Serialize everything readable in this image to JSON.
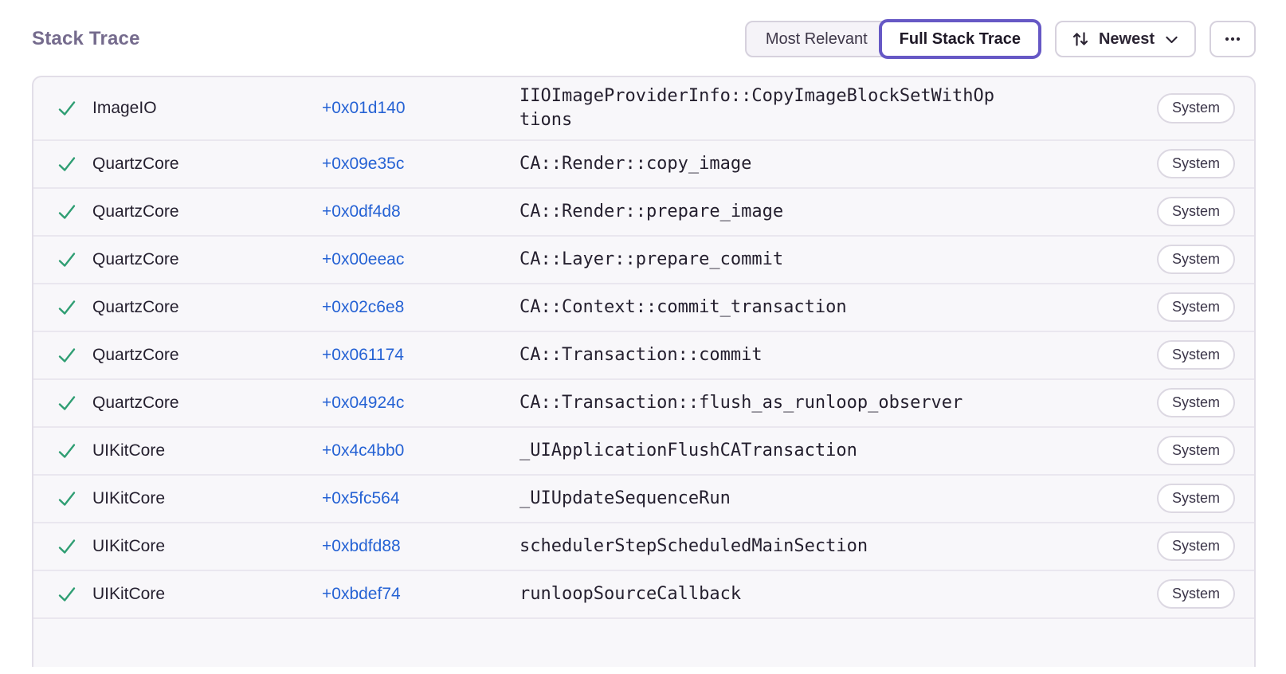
{
  "page": {
    "title": "Stack Trace"
  },
  "controls": {
    "view_toggle": [
      {
        "label": "Most Relevant",
        "active": false
      },
      {
        "label": "Full Stack Trace",
        "active": true
      }
    ],
    "sort": {
      "label": "Newest",
      "icon": "sort-arrows-icon",
      "chevron": "chevron-down-icon"
    },
    "more": {
      "icon": "ellipsis-icon"
    }
  },
  "colors": {
    "accent_purple": "#6658c5",
    "link_blue": "#2562d4",
    "check_green": "#2f9e73",
    "title_text": "#756b8d",
    "text_dark": "#2b2433",
    "row_bg": "#f8f7fa",
    "panel_border": "#e2dee8",
    "divider": "#eae7ef"
  },
  "stack_trace": {
    "frames": [
      {
        "module": "ImageIO",
        "address": "+0x01d140",
        "function": "IIOImageProviderInfo::CopyImageBlockSetWithOptions",
        "badge": "System",
        "status_icon": "check-icon"
      },
      {
        "module": "QuartzCore",
        "address": "+0x09e35c",
        "function": "CA::Render::copy_image",
        "badge": "System",
        "status_icon": "check-icon"
      },
      {
        "module": "QuartzCore",
        "address": "+0x0df4d8",
        "function": "CA::Render::prepare_image",
        "badge": "System",
        "status_icon": "check-icon"
      },
      {
        "module": "QuartzCore",
        "address": "+0x00eeac",
        "function": "CA::Layer::prepare_commit",
        "badge": "System",
        "status_icon": "check-icon"
      },
      {
        "module": "QuartzCore",
        "address": "+0x02c6e8",
        "function": "CA::Context::commit_transaction",
        "badge": "System",
        "status_icon": "check-icon"
      },
      {
        "module": "QuartzCore",
        "address": "+0x061174",
        "function": "CA::Transaction::commit",
        "badge": "System",
        "status_icon": "check-icon"
      },
      {
        "module": "QuartzCore",
        "address": "+0x04924c",
        "function": "CA::Transaction::flush_as_runloop_observer",
        "badge": "System",
        "status_icon": "check-icon"
      },
      {
        "module": "UIKitCore",
        "address": "+0x4c4bb0",
        "function": "_UIApplicationFlushCATransaction",
        "badge": "System",
        "status_icon": "check-icon"
      },
      {
        "module": "UIKitCore",
        "address": "+0x5fc564",
        "function": "_UIUpdateSequenceRun",
        "badge": "System",
        "status_icon": "check-icon"
      },
      {
        "module": "UIKitCore",
        "address": "+0xbdfd88",
        "function": "schedulerStepScheduledMainSection",
        "badge": "System",
        "status_icon": "check-icon"
      },
      {
        "module": "UIKitCore",
        "address": "+0xbdef74",
        "function": "runloopSourceCallback",
        "badge": "System",
        "status_icon": "check-icon"
      }
    ]
  }
}
